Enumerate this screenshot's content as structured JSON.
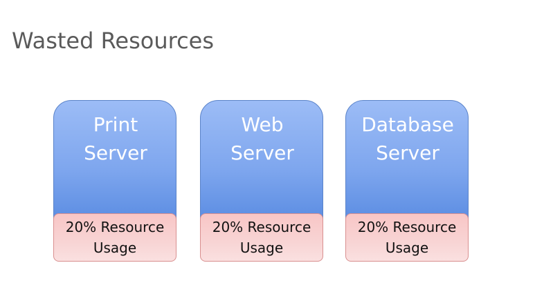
{
  "title": "Wasted Resources",
  "servers": [
    {
      "name": "Print\nServer",
      "usage": "20% Resource\nUsage"
    },
    {
      "name": "Web\nServer",
      "usage": "20% Resource\nUsage"
    },
    {
      "name": "Database\nServer",
      "usage": "20% Resource\nUsage"
    }
  ],
  "colors": {
    "server_fill_top": "#9cbcf6",
    "server_fill_bottom": "#4f84de",
    "usage_fill": "#f8d0d0",
    "title_text": "#5a5a5a"
  }
}
